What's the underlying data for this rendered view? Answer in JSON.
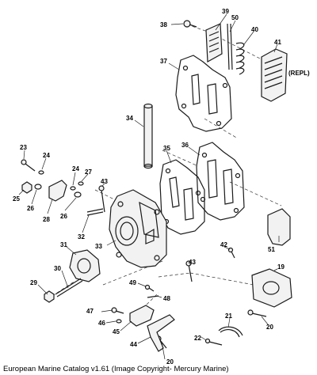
{
  "diagram": {
    "callouts": {
      "c38": "38",
      "c39": "39",
      "c50": "50",
      "c40": "40",
      "c41": "41",
      "repl": "(REPL)",
      "c37": "37",
      "c34": "34",
      "c35": "35",
      "c36": "36",
      "c23": "23",
      "c24a": "24",
      "c24b": "24",
      "c27": "27",
      "c43a": "43",
      "c25": "25",
      "c26a": "26",
      "c26b": "26",
      "c28": "28",
      "c32": "32",
      "c33": "33",
      "c31": "31",
      "c51": "51",
      "c42": "42",
      "c43b": "43",
      "c19": "19",
      "c30": "30",
      "c29": "29",
      "c49": "49",
      "c48": "48",
      "c47": "47",
      "c46": "46",
      "c45": "45",
      "c44": "44",
      "c20a": "20",
      "c20b": "20",
      "c21": "21",
      "c22": "22"
    }
  },
  "caption": "European Marine Catalog v1.61 (Image Copyright- Mercury Marine)"
}
